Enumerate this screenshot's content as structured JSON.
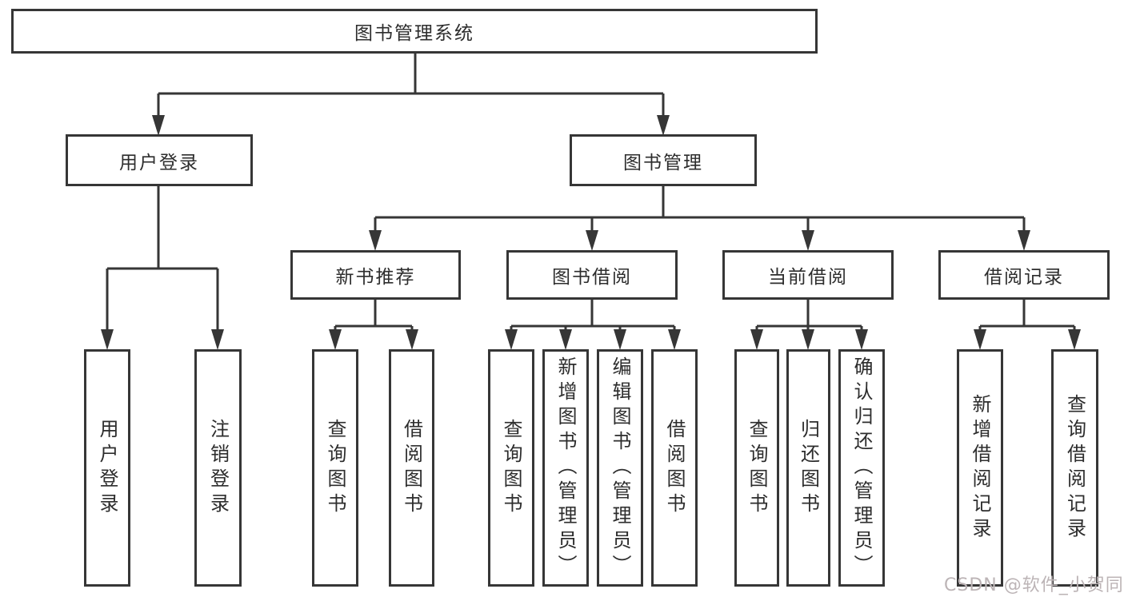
{
  "diagram": {
    "title": "图书管理系统",
    "level2": [
      "用户登录",
      "图书管理"
    ],
    "level3": [
      "新书推荐",
      "图书借阅",
      "当前借阅",
      "借阅记录"
    ],
    "leaves": [
      "用户登录",
      "注销登录",
      "查询图书",
      "借阅图书",
      "查询图书",
      "新增图书（管理员）",
      "编辑图书（管理员）",
      "借阅图书",
      "查询图书",
      "归还图书",
      "确认归还（管理员）",
      "新增借阅记录",
      "查询借阅记录"
    ],
    "watermark": "CSDN @软件_小贺同学",
    "colors": {
      "line": "#363636",
      "text": "#2d2d2d",
      "background": "#ffffff",
      "watermark": "#bcb4b6"
    }
  }
}
